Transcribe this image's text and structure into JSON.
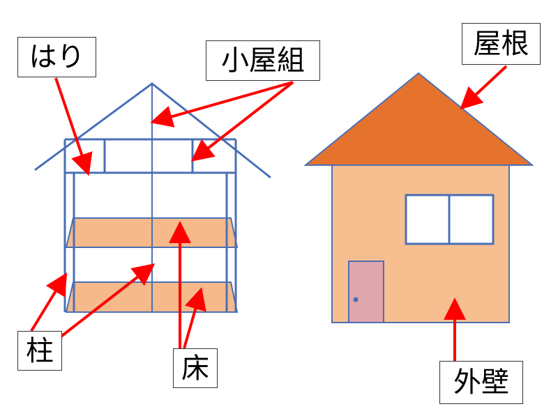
{
  "labels": {
    "hari": "はり",
    "koyagumi": "小屋組",
    "yane": "屋根",
    "hashira": "柱",
    "yuka": "床",
    "gaiheki": "外壁"
  },
  "colors": {
    "frame_line": "#4a6fb5",
    "floor_fill": "#f5b98a",
    "roof_fill": "#e5732e",
    "wall_fill": "#f7be90",
    "door_fill": "#e0a6ad",
    "window_fill": "#ffffff",
    "arrow": "#ff0000"
  }
}
